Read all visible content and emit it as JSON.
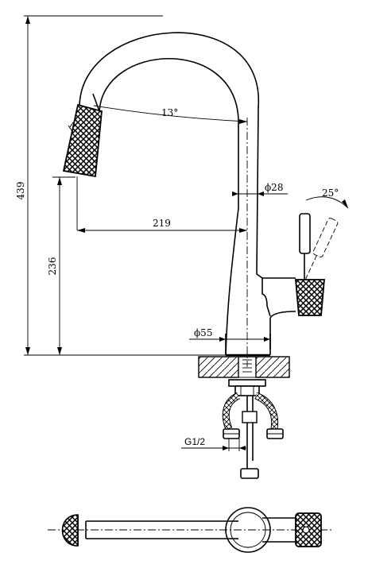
{
  "dimensions": {
    "total_height": "439",
    "spout_height": "236",
    "spout_reach": "219",
    "spout_angle": "13°",
    "body_diameter": "ϕ28",
    "handle_angle": "25°",
    "base_diameter": "ϕ55",
    "thread": "G1/2"
  },
  "colors": {
    "line": "#000000",
    "background": "#ffffff"
  }
}
